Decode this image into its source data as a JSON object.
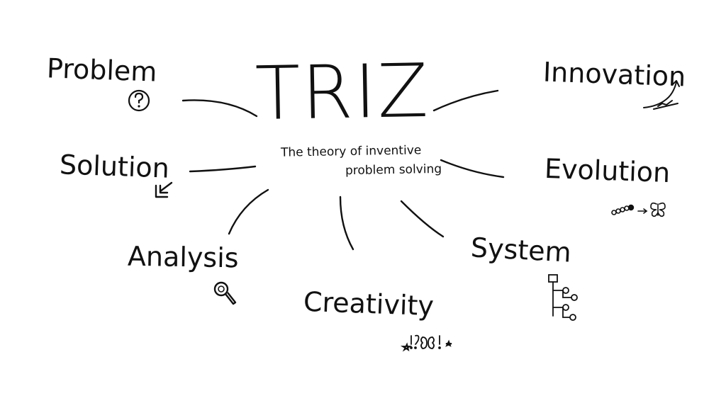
{
  "center": {
    "title": "TRIZ",
    "subtitle_line1": "The theory of inventive",
    "subtitle_line2": "problem solving"
  },
  "nodes": {
    "problem": {
      "label": "Problem",
      "icon": "question-mark-icon"
    },
    "solution": {
      "label": "Solution",
      "icon": "checkbox-arrow-icon"
    },
    "analysis": {
      "label": "Analysis",
      "icon": "magnifying-glass-icon"
    },
    "creativity": {
      "label": "Creativity",
      "icon": "sparkle-ideas-icon"
    },
    "system": {
      "label": "System",
      "icon": "tree-hierarchy-icon"
    },
    "evolution": {
      "label": "Evolution",
      "icon": "caterpillar-to-butterfly-icon"
    },
    "innovation": {
      "label": "Innovation",
      "icon": "rising-arrow-icon"
    }
  },
  "colors": {
    "ink": "#111111",
    "background": "#ffffff"
  }
}
